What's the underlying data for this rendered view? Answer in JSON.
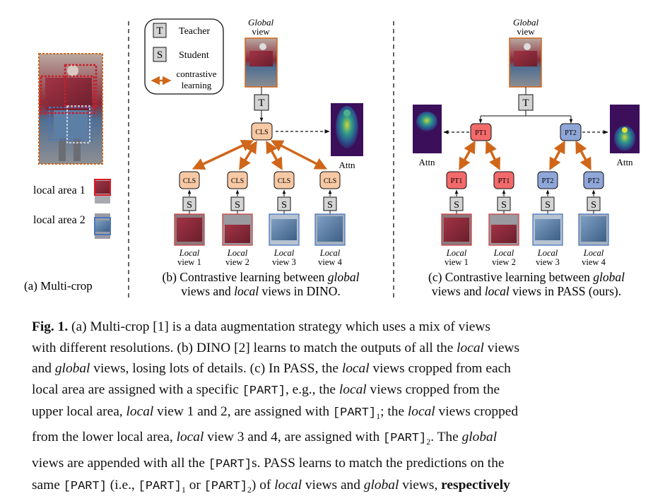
{
  "panel_a": {
    "local_area_1": "local area 1",
    "local_area_2": "local area 2",
    "caption": "(a) Multi-crop"
  },
  "legend": {
    "teacher_symbol": "T",
    "teacher_label": "Teacher",
    "student_symbol": "S",
    "student_label": "Student",
    "contrastive_line1": "contrastive",
    "contrastive_line2": "learning"
  },
  "panel_b": {
    "global_word": "Global",
    "view_word": "view",
    "teacher": "T",
    "cls_top": "CLS",
    "attn": "Attn",
    "cls_labels": [
      "CLS",
      "CLS",
      "CLS",
      "CLS"
    ],
    "student_labels": [
      "S",
      "S",
      "S",
      "S"
    ],
    "local_word": "Local",
    "views": [
      "view 1",
      "view 2",
      "view 3",
      "view 4"
    ],
    "caption_prefix": "(b) Contrastive learning between ",
    "caption_global": "global",
    "caption_line2_a": "views and ",
    "caption_local": "local",
    "caption_line2_b": " views in DINO."
  },
  "panel_c": {
    "global_word": "Global",
    "view_word": "view",
    "teacher": "T",
    "pt_top": [
      "PT1",
      "PT2"
    ],
    "attn": [
      "Attn",
      "Attn"
    ],
    "pt_labels": [
      "PT1",
      "PT1",
      "PT2",
      "PT2"
    ],
    "student_labels": [
      "S",
      "S",
      "S",
      "S"
    ],
    "local_word": "Local",
    "views": [
      "view 1",
      "view 2",
      "view 3",
      "view 4"
    ],
    "caption_prefix": "(c) Contrastive learning between ",
    "caption_global": "global",
    "caption_line2_a": "views and ",
    "caption_local": "local",
    "caption_line2_b": " views in PASS (ours)."
  },
  "caption": {
    "fig_label": "Fig. 1.",
    "l1": " (a) Multi-crop [1] is a data augmentation strategy which uses a mix of views",
    "l2a": "with different resolutions. (b) DINO [2] learns to match the outputs of all the ",
    "l2b": "local",
    "l2c": " views",
    "l3a": "and ",
    "l3b": "global",
    "l3c": " views, losing lots of details. (c) In PASS, the ",
    "l3d": "local",
    "l3e": " views cropped from each",
    "l4a": "local area are assigned with a specific ",
    "l4b": "[PART]",
    "l4c": ", e.g., the ",
    "l4d": "local",
    "l4e": " views cropped from the",
    "l5a": "upper local area, ",
    "l5b": "local",
    "l5c": " view 1 and 2, are assigned with ",
    "l5d": "[PART]",
    "l5e": "1",
    "l5f": "; the ",
    "l5g": "local",
    "l5h": " views cropped",
    "l6a": "from the lower local area, ",
    "l6b": "local",
    "l6c": " view 3 and 4, are assigned with ",
    "l6d": "[PART]",
    "l6e": "2",
    "l6f": ". The ",
    "l6g": "global",
    "l7a": "views are appended with all the ",
    "l7b": "[PART]",
    "l7c": "s. PASS learns to match the predictions on the",
    "l8a": "same ",
    "l8b": "[PART]",
    "l8c": " (i.e., ",
    "l8d": "[PART]",
    "l8e": "1",
    "l8f": " or ",
    "l8g": "[PART]",
    "l8h": "2",
    "l8i": ") of ",
    "l8j": "local",
    "l8k": " views and ",
    "l8l": "global",
    "l8m": " views, ",
    "l8n": "respectively"
  },
  "colors": {
    "orange": "#d0661a",
    "cls_fill": "#f7c8a4",
    "pt1_fill": "#f36a6a",
    "pt2_fill": "#8fa6d8",
    "box_grey": "#d4d4d4"
  }
}
